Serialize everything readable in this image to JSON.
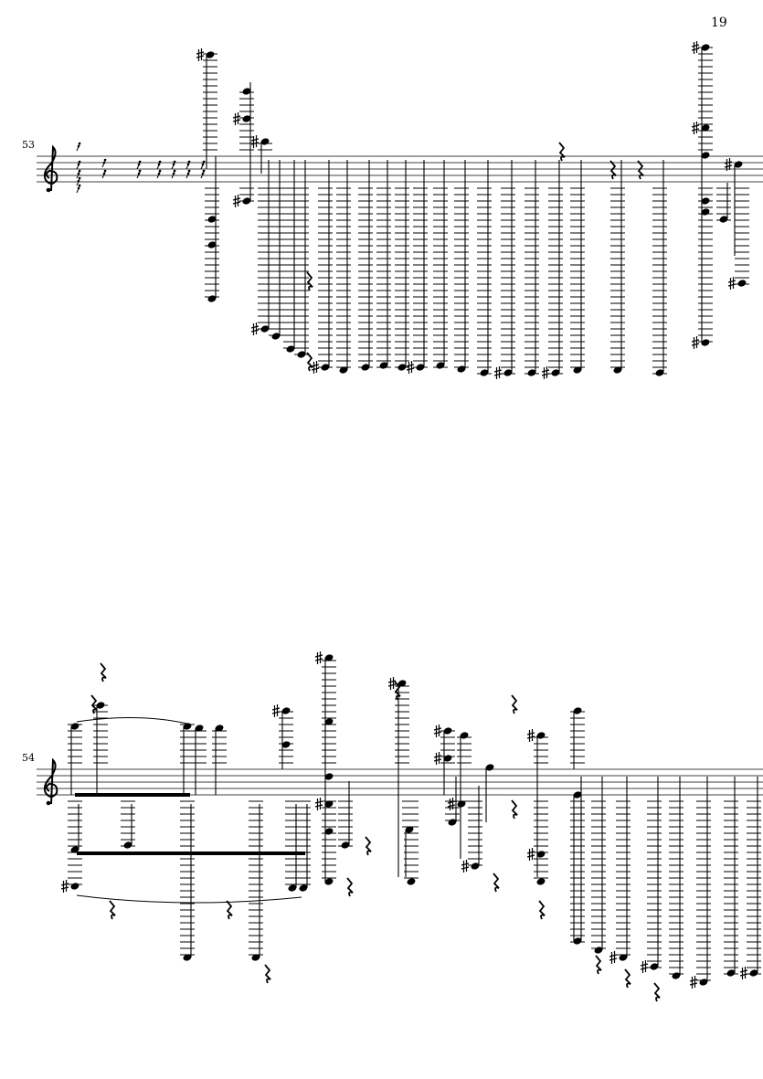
{
  "page": {
    "number": "19"
  },
  "systems": [
    {
      "measure_number": "53",
      "clef": "treble"
    },
    {
      "measure_number": "54",
      "clef": "treble"
    }
  ],
  "colors": {
    "ink": "#000000",
    "paper": "#ffffff"
  }
}
